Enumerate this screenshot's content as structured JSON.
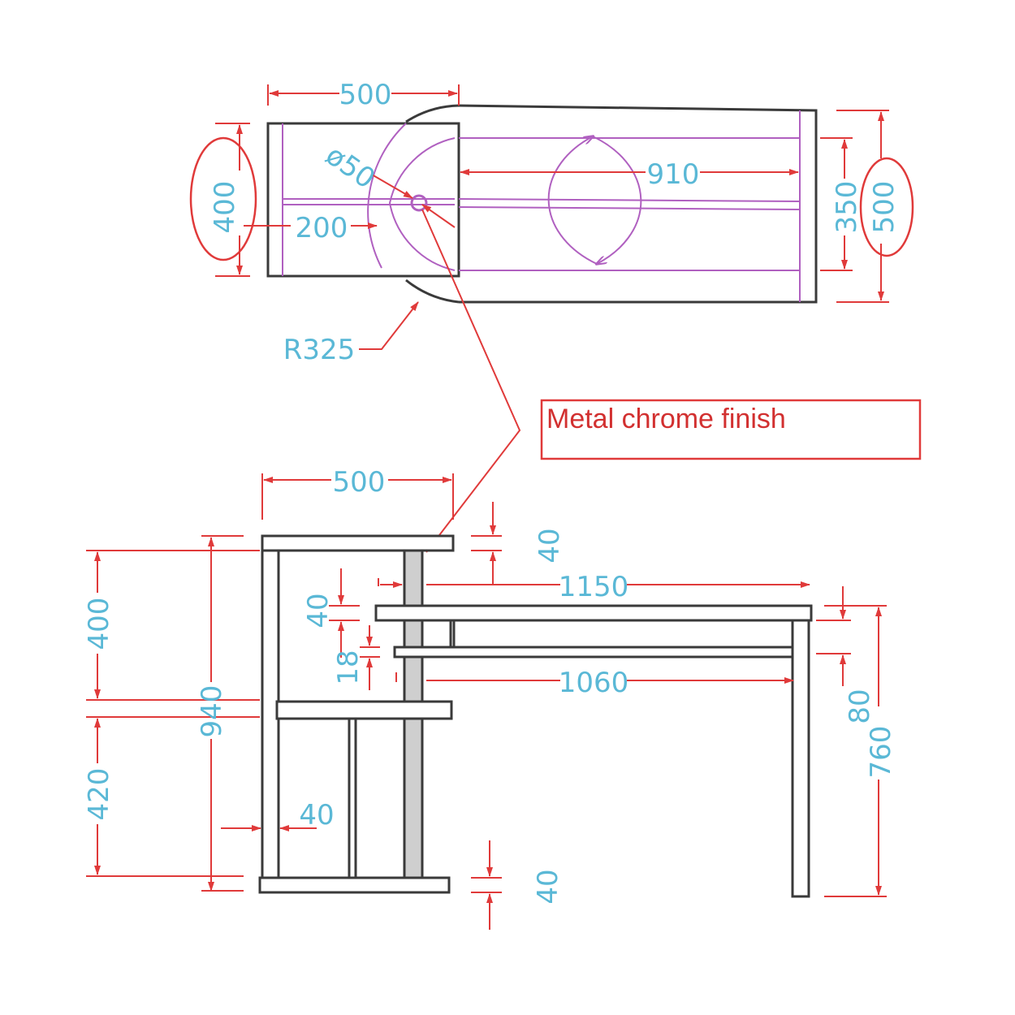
{
  "colors": {
    "outline": "#3a3a3a",
    "purple": "#b060c0",
    "dimension": "#e03a3a",
    "text": "#5ab8d6",
    "note_text": "#d23030",
    "gray_fill": "#cfcfcf"
  },
  "top_view": {
    "dim_width": "500",
    "dim_height_left": "400",
    "dim_hole": "ø50",
    "dim_offset": "200",
    "dim_radius": "R325",
    "dim_length": "910",
    "dim_inner_height": "350",
    "dim_height_right": "500"
  },
  "note": {
    "label": "Metal chrome finish"
  },
  "side_view": {
    "dim_top_width": "500",
    "dim_top_thickness": "40",
    "dim_upper_shelf": "400",
    "dim_overall_height": "940",
    "dim_lower_section": "420",
    "dim_shelf_thickness": "40",
    "dim_panel_thickness": "18",
    "dim_post_width": "40",
    "dim_base_thickness": "40",
    "dim_table_length": "1150",
    "dim_panel_length": "1060",
    "dim_apron": "80",
    "dim_table_height": "760"
  }
}
